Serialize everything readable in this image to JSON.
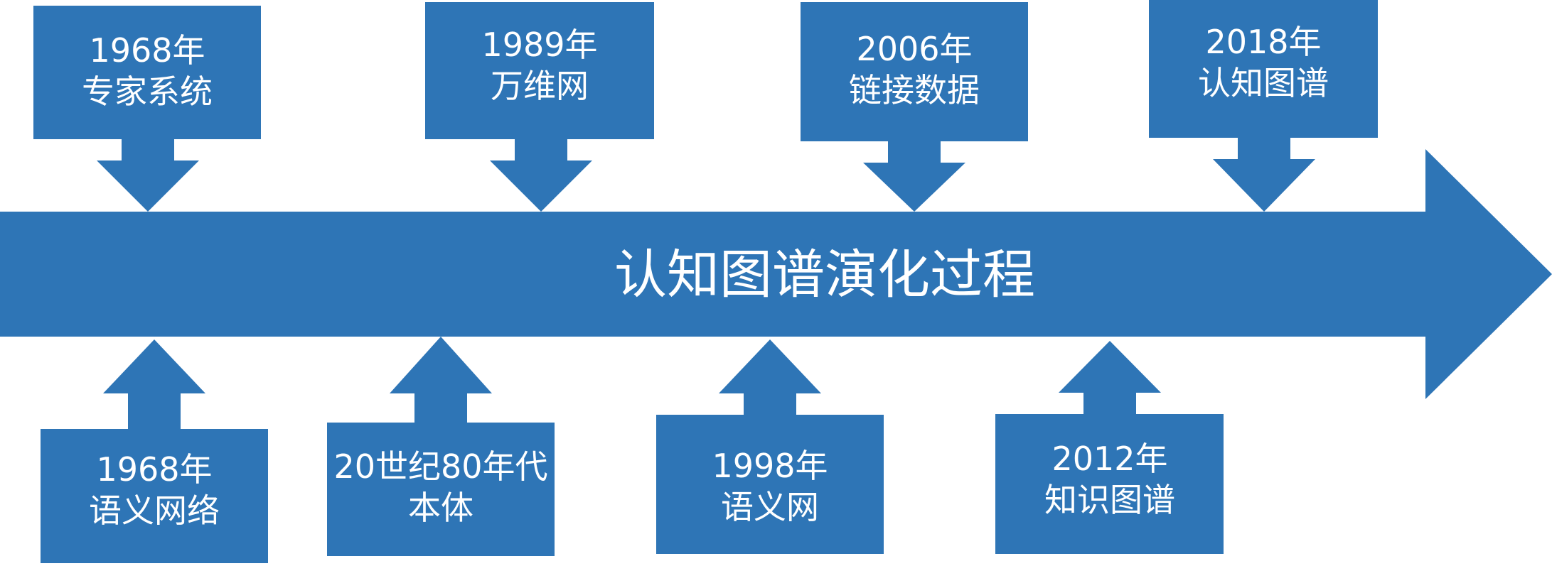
{
  "title": "认知图谱演化过程",
  "colors": {
    "shape": "#2e75b6",
    "text": "#ffffff"
  },
  "milestones_top": [
    {
      "year": "1968年",
      "name": "专家系统"
    },
    {
      "year": "1989年",
      "name": "万维网"
    },
    {
      "year": "2006年",
      "name": "链接数据"
    },
    {
      "year": "2018年",
      "name": "认知图谱"
    }
  ],
  "milestones_bottom": [
    {
      "year": "1968年",
      "name": "语义网络"
    },
    {
      "year": "20世纪80年代",
      "name": "本体"
    },
    {
      "year": "1998年",
      "name": "语义网"
    },
    {
      "year": "2012年",
      "name": "知识图谱"
    }
  ]
}
